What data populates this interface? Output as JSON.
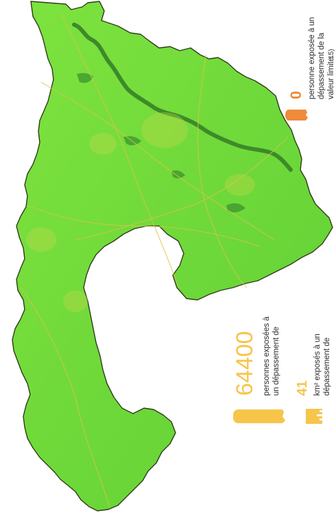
{
  "stats": [
    {
      "value": "64400",
      "label_line1": "personnes exposées à",
      "label_line2": "un dépassement de",
      "color": "#f6c54a",
      "icon": "person-icon"
    },
    {
      "value": "41",
      "label_line1": "km² exposés à un",
      "label_line2": "dépassement de",
      "color": "#f6c54a",
      "icon": "ruler-icon"
    },
    {
      "value": "0",
      "label_line1": "personne exposée à un",
      "label_line2": "dépassement de la",
      "label_line3": "valeur limite",
      "color": "#ef8b3a",
      "icon": "person-icon"
    }
  ],
  "corner_fragment": "…15)",
  "colors": {
    "map_fill": "#6fdc3a",
    "map_border": "#2f3a1a",
    "river": "#3e8a2a",
    "roads": "#d9c24a"
  }
}
